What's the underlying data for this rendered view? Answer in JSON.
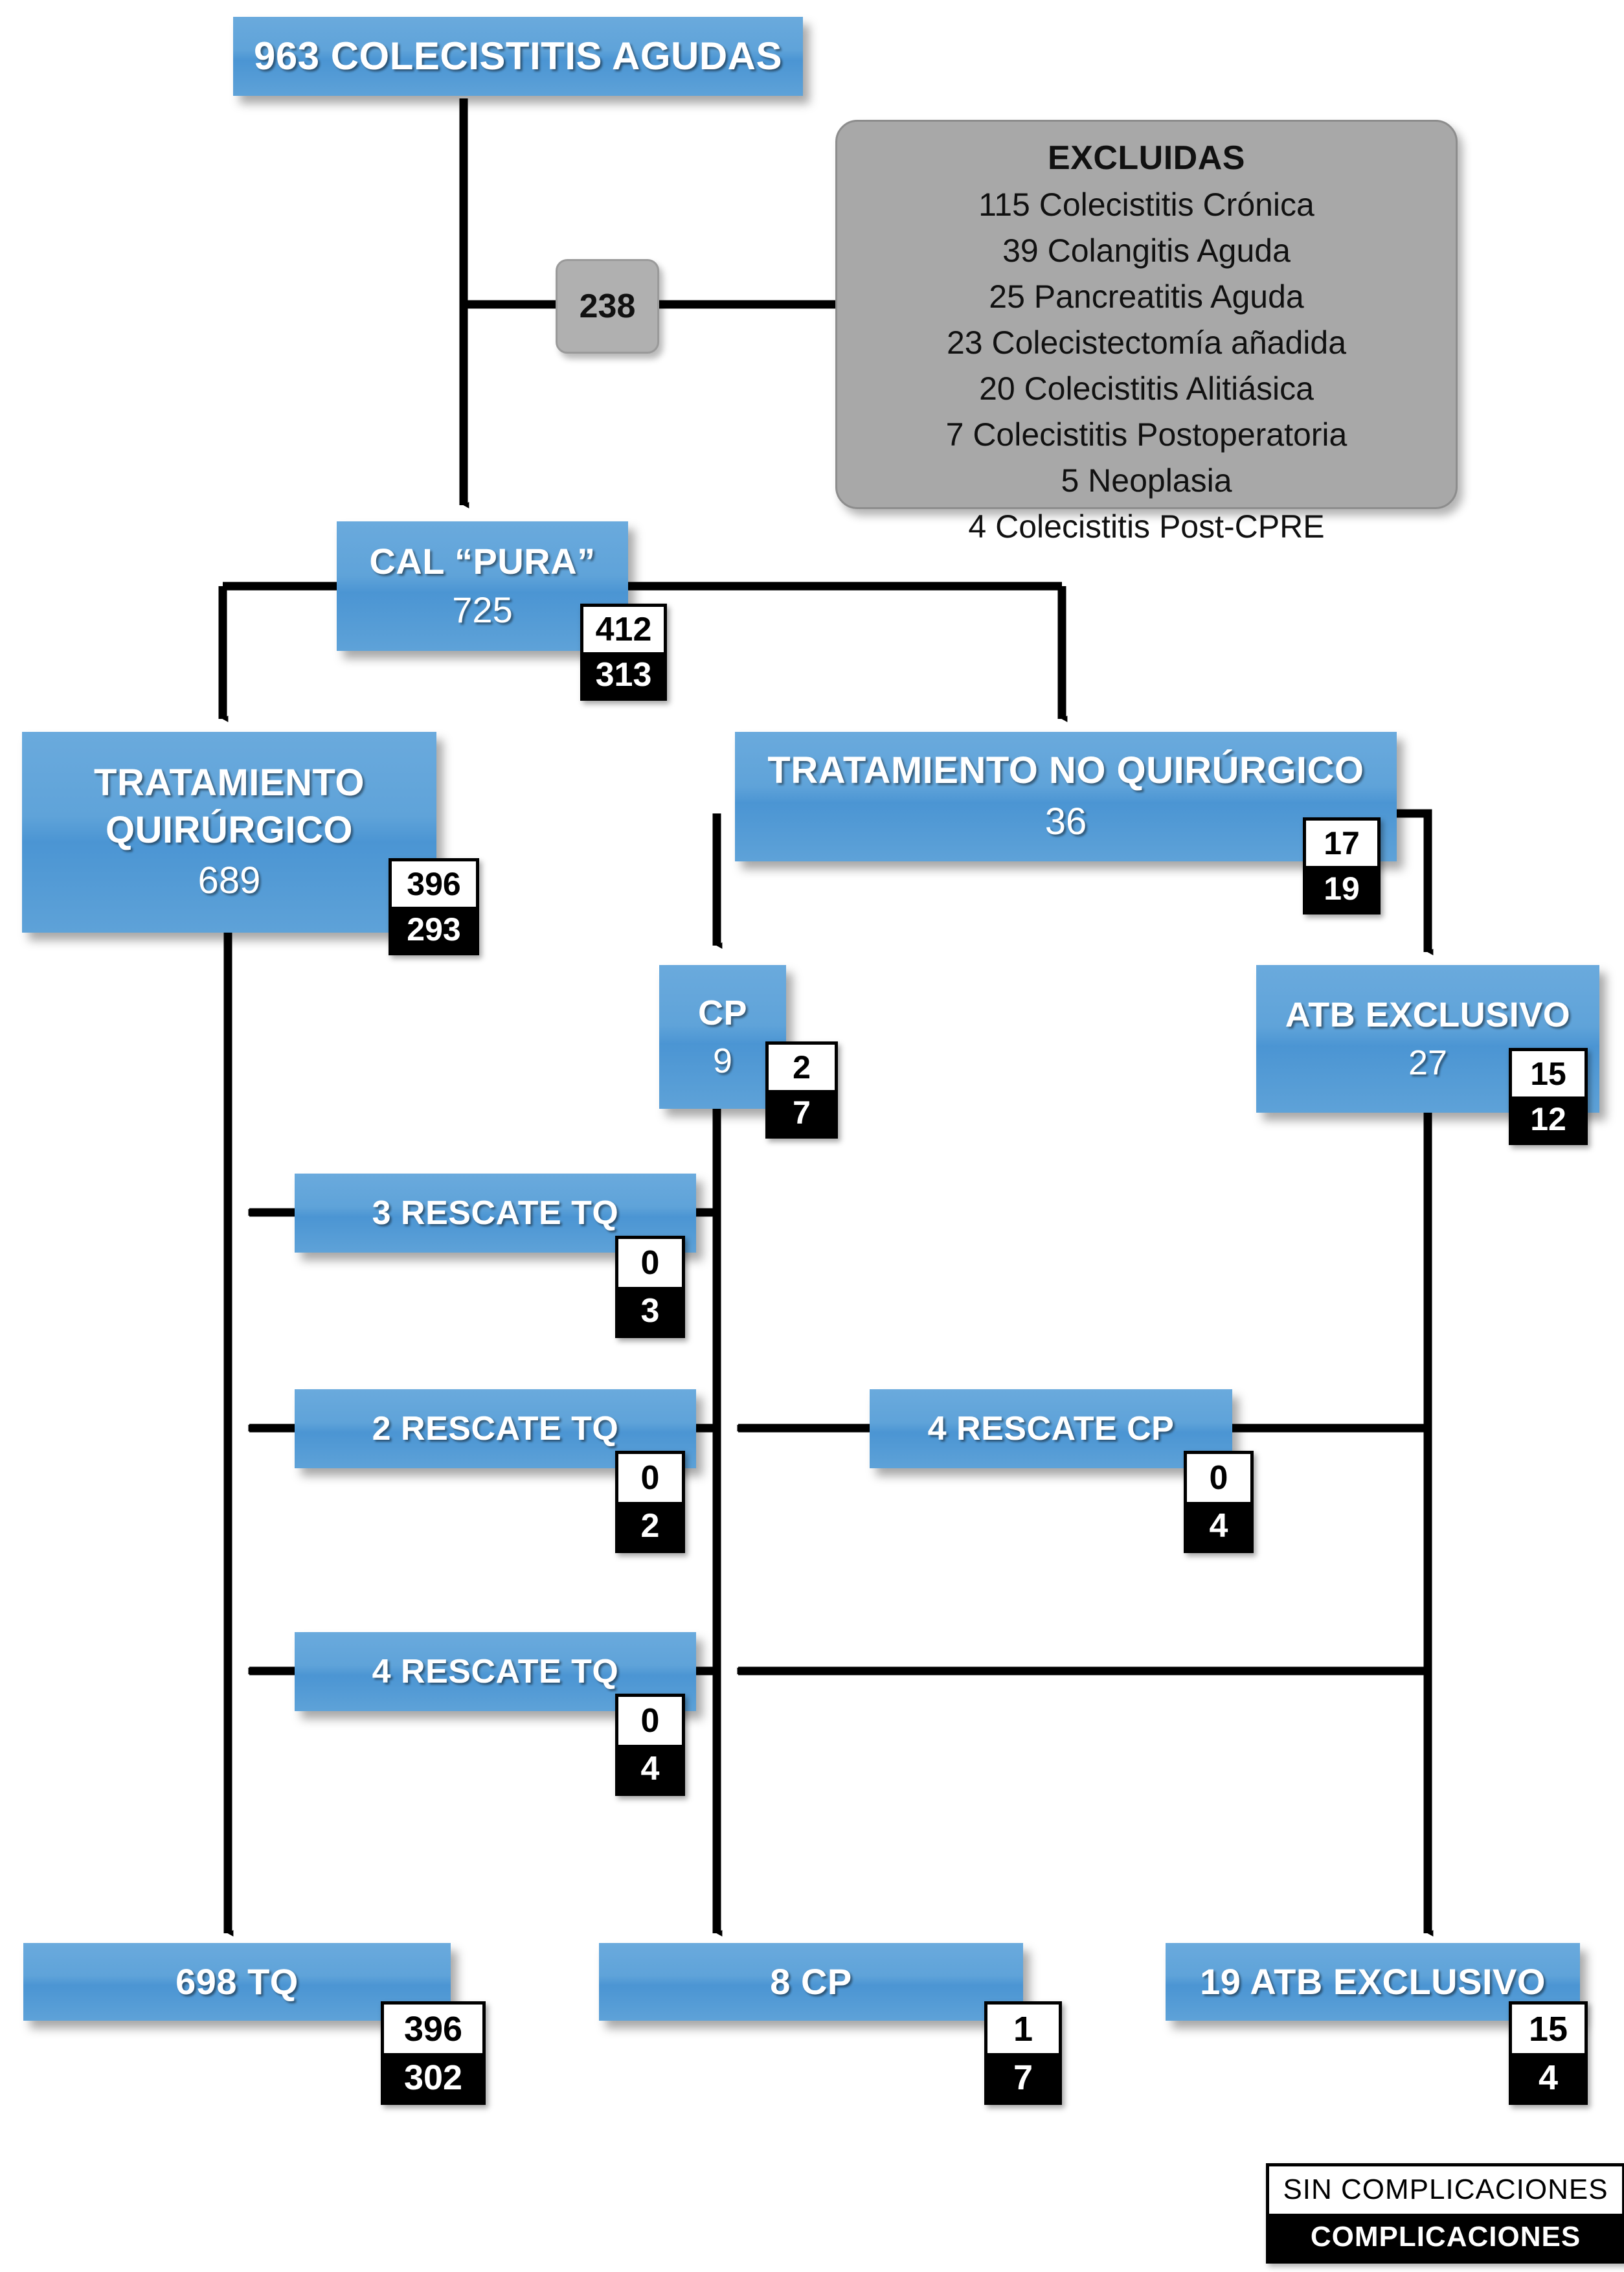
{
  "diagram": {
    "title_node": {
      "label": "963 COLECISTITIS AGUDAS"
    },
    "excluded_link": {
      "value": "238"
    },
    "excluded": {
      "title": "EXCLUIDAS",
      "items": [
        "115 Colecistitis Crónica",
        "39 Colangitis Aguda",
        "25 Pancreatitis Aguda",
        "23 Colecistectomía añadida",
        "20 Colecistitis Alitiásica",
        "7 Colecistitis Postoperatoria",
        "5 Neoplasia",
        "4 Colecistitis Post-CPRE"
      ]
    },
    "cal_pura": {
      "label": "CAL “PURA”",
      "count": "725",
      "no_compl": "412",
      "compl": "313"
    },
    "tq": {
      "line1": "TRATAMIENTO",
      "line2": "QUIRÚRGICO",
      "count": "689",
      "no_compl": "396",
      "compl": "293"
    },
    "tnq": {
      "label": "TRATAMIENTO NO QUIRÚRGICO",
      "count": "36",
      "no_compl": "17",
      "compl": "19"
    },
    "cp": {
      "label": "CP",
      "count": "9",
      "no_compl": "2",
      "compl": "7"
    },
    "atb": {
      "label": "ATB EXCLUSIVO",
      "count": "27",
      "no_compl": "15",
      "compl": "12"
    },
    "rescues": [
      {
        "label": "3 RESCATE TQ",
        "no_compl": "0",
        "compl": "3"
      },
      {
        "label": "2 RESCATE TQ",
        "no_compl": "0",
        "compl": "2"
      },
      {
        "label": "4 RESCATE CP",
        "no_compl": "0",
        "compl": "4"
      },
      {
        "label": "4 RESCATE TQ",
        "no_compl": "0",
        "compl": "4"
      }
    ],
    "totals": {
      "tq": {
        "label": "698 TQ",
        "no_compl": "396",
        "compl": "302"
      },
      "cp": {
        "label": "8 CP",
        "no_compl": "1",
        "compl": "7"
      },
      "atb": {
        "label": "19 ATB EXCLUSIVO",
        "no_compl": "15",
        "compl": "4"
      }
    },
    "legend": {
      "no_complications": "SIN  COMPLICACIONES",
      "complications": "COMPLICACIONES"
    }
  }
}
